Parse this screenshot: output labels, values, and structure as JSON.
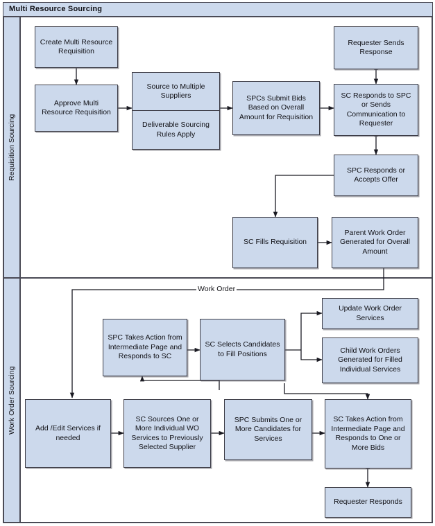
{
  "pool": {
    "title": "Multi Resource Sourcing"
  },
  "lanes": [
    {
      "id": "requisition-sourcing",
      "label": "Requisition Sourcing"
    },
    {
      "id": "work-order-sourcing",
      "label": "Work Order Sourcing"
    }
  ],
  "nodes": {
    "create_multi_resource_requisition": "Create Multi Resource Requisition",
    "approve_multi_resource_requisition": "Approve Multi Resource Requisition",
    "source_to_multiple_suppliers": "Source to Multiple Suppliers",
    "deliverable_sourcing_rules_apply": "Deliverable Sourcing Rules Apply",
    "spcs_submit_bids": "SPCs Submit Bids Based on Overall Amount for Requisition",
    "requester_sends_response": "Requester Sends Response",
    "sc_responds_to_spc": "SC Responds to SPC or Sends Communication to Requester",
    "spc_responds_or_accepts_offer": "SPC Responds or Accepts Offer",
    "sc_fills_requisition": "SC Fills Requisition",
    "parent_work_order_generated": "Parent Work Order Generated for Overall Amount",
    "spc_takes_action_intermediate": "SPC Takes Action from Intermediate Page and Responds to SC",
    "sc_selects_candidates": "SC Selects Candidates to Fill Positions",
    "update_work_order_services": "Update Work Order Services",
    "child_work_orders_generated": "Child Work Orders Generated for Filled Individual Services",
    "add_edit_services": "Add /Edit Services if needed",
    "sc_sources_one_or_more": "SC Sources One or More Individual WO Services to Previously Selected Supplier",
    "spc_submits_candidates": "SPC Submits One or More Candidates for Services",
    "sc_takes_action_bids": "SC Takes Action from Intermediate Page and Responds to One or More Bids",
    "requester_responds": "Requester Responds"
  },
  "edge_labels": {
    "work_order": "Work Order"
  },
  "colors": {
    "node_fill": "#ccd9ec",
    "node_border": "#3c3c46",
    "lane_fill": "#ccd9ec",
    "frame_border": "#4a4a55",
    "text": "#111116",
    "background": "#ffffff"
  }
}
